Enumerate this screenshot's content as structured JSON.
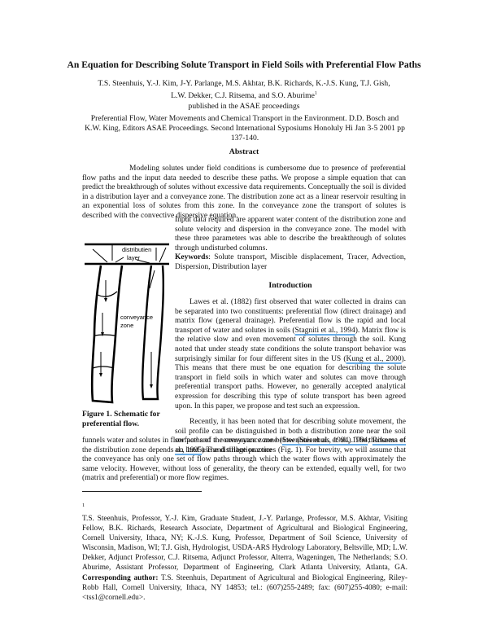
{
  "header": {
    "title": "An Equation for Describing Solute Transport in Field Soils with Preferential Flow Paths",
    "authors_line1": "T.S. Steenhuis, Y.-J. Kim, J-Y. Parlange, M.S. Akhtar, B.K. Richards, K.-J.S. Kung, T.J. Gish,",
    "authors_line2": "L.W. Dekker, C.J. Ritsema, and S.O. Aburime",
    "authors_footnote_mark": "1",
    "published_note": "published in the ASAE proceedings",
    "pubinfo": "Preferential Flow, Water Movements and Chemical Transport in the Environment.  D.D. Bosch and K.W. King,  Editors ASAE Proceedings.  Second International Syposiums Honoluly Hi Jan 3-5 2001 pp 137-140."
  },
  "abstract": {
    "heading": "Abstract",
    "text_full_width": "Modeling solutes under field conditions is cumbersome due to presence of preferential flow paths and the input data needed to describe these paths.  We propose a simple equation that can predict the breakthrough of solutes without excessive data requirements.   Conceptually the soil is divided in a distribution layer and a conveyance zone. The distribution zone act as a linear reservoir resulting in an exponential loss of solutes from this zone.  In the conveyance zone the transport of solutes is described with the convective dispersive equation.",
    "text_narrow": "Input data required are apparent water content of the distribution zone and solute velocity and dispersion in the conveyance zone.  The model with these three parameters was able to describe the breakthrough of solutes through undisturbed columns.",
    "keywords_label": "Keywords",
    "keywords": ": Solute transport, Miscible displacement, Tracer, Advection, Dispersion, Distribution layer"
  },
  "figure": {
    "label_distribution": "distribution layer",
    "label_distribution_l1": "distributien",
    "label_distribution_l2": "layer",
    "label_conveyance_l1": "conveyance",
    "label_conveyance_l2": "zone",
    "caption": "Figure 1. Schematic for preferential flow."
  },
  "introduction": {
    "heading": "Introduction",
    "p1_parts": [
      "Lawes et al. (1882) first observed that water collected in drains can be separated into two constituents: preferential flow (direct drainage) and matrix flow (general drainage).  Preferential flow is the rapid and local transport of water and solutes in soils (",
      "Stagniti et al., 1994",
      ").  Matrix flow is the relative slow and even movement of solutes through the soil.  Kung noted that under steady state conditions the solute transport behavior was surprisingly similar for four different sites in the US (",
      "Kung et al., 2000",
      ").  This means that there must be one equation for describing the solute transport in field soils in which water and solutes can move through preferential transport paths.  However, no generally accepted analytical expression for describing this type of solute transport has been agreed upon.  In this paper, we propose and test such an expression."
    ],
    "p2a_parts": [
      "Recently, it has been noted that for describing solute movement, the soil profile can be distinguished in both a distribution zone near the soil surface and a conveyance zone below (",
      "Steenhuis et al., 1994",
      "; ",
      "Ritsema et al., 1995",
      ")  The distribution zone"
    ],
    "p2b_parts": [
      "funnels water and solutes in flow paths of the conveyance zone (",
      "Steenhuis et al., 1994",
      "). The thickness of the distribution zone depends on land use and tillage practices (Fig. 1).  For brevity, we will assume that the conveyance has only one set of flow paths through which the water flows with approximately the same velocity.  However, without loss of generality, the theory can be extended, equally well, for two (matrix and preferential) or more flow regimes."
    ]
  },
  "footnote": {
    "mark": "1",
    "text_parts": [
      "T.S. Steenhuis, Professor, Y.-J. Kim, Graduate Student, J.-Y. Parlange, Professor, M.S. Akhtar, Visiting Fellow, B.K. Richards, Research Associate, Department of Agricultural and Biological Engineering, Cornell University, Ithaca, NY; K.-J.S. Kung, Professor, Department of Soil Science, University of Wisconsin, Madison, WI; T.J. Gish, Hydrologist, USDA-ARS Hydrology Laboratory, Beltsville, MD; L.W. Dekker, Adjunct Professor, C.J. Ritsema, Adjunct Professor, Alterra, Wageningen, The Netherlands; S.O. Aburime, Assistant Professor, Department of Engineering, Clark Atlanta University, Atlanta, GA.  ",
      "Corresponding author:",
      " T.S. Steenhuis, Department of Agricultural and Biological Engineering, Riley-Robb Hall, Cornell University, Ithaca, NY 14853; tel.: (607)255-2489; fax: (607)255-4080; e-mail: <tss1@cornell.edu>."
    ]
  },
  "colors": {
    "text": "#111111",
    "citation_underline": "#6aaee8"
  }
}
